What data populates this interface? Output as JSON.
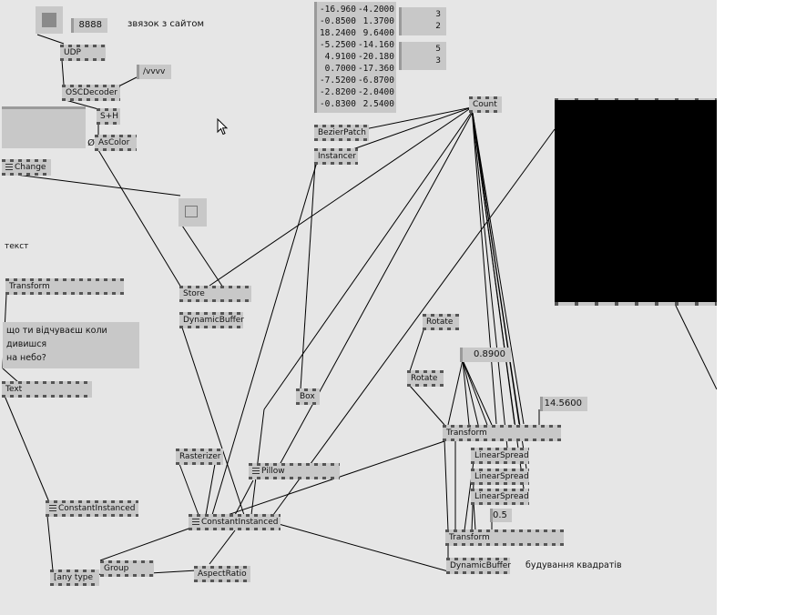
{
  "labels": {
    "site_link": "звязок з сайтом",
    "text_label": "текст",
    "square_build": "будування квадратів"
  },
  "question": {
    "line1": "що ти відчуваєш коли дивишся",
    "line2": "на небо?"
  },
  "nodes": {
    "udp": "UDP",
    "osc_decoder": "OSCDecoder",
    "sh": "S+H",
    "ascolor": "AsColor",
    "change": "Change",
    "transform_left": "Transform",
    "text": "Text",
    "constant_instanced_left": "ConstantInstanced",
    "any_type": "[any type",
    "group": "Group",
    "aspect_ratio": "AspectRatio",
    "store": "Store",
    "dynamic_buffer_mid": "DynamicBuffer",
    "rasterizer": "Rasterizer",
    "pillow": "Pillow",
    "constant_instanced_mid": "ConstantInstanced",
    "bezier_patch": "BezierPatch",
    "instancer": "Instancer",
    "box": "Box",
    "count": "Count",
    "rotate_top": "Rotate",
    "rotate_bottom": "Rotate",
    "transform_right": "Transform",
    "linear_spread_1": "LinearSpread",
    "linear_spread_2": "LinearSpread",
    "linear_spread_3": "LinearSpread",
    "transform_bottom": "Transform",
    "dynamic_buffer_right": "DynamicBuffer"
  },
  "values": {
    "counter": "8888",
    "address": "/vvvv",
    "zero_symbol": "Ø",
    "v_0_89": "0.8900",
    "v_14_56": "14.5600",
    "v_0_5": "0.5",
    "pair_a_1": "3",
    "pair_a_2": "2",
    "pair_b_1": "5",
    "pair_b_2": "3"
  },
  "spread_table": [
    [
      "-16.960",
      "-4.2000"
    ],
    [
      "-0.8500",
      "1.3700"
    ],
    [
      "18.2400",
      "9.6400"
    ],
    [
      "-5.2500",
      "-14.160"
    ],
    [
      "4.9100",
      "-20.180"
    ],
    [
      "0.7000",
      "-17.360"
    ],
    [
      "-7.5200",
      "-6.8700"
    ],
    [
      "-2.8200",
      "-2.0400"
    ],
    [
      "-0.8300",
      "2.5400"
    ]
  ],
  "colors": {
    "canvas": "#e6e6e6",
    "node": "#c8c8c8",
    "pin": "#555555",
    "wire": "#000000",
    "renderer": "#000000"
  }
}
